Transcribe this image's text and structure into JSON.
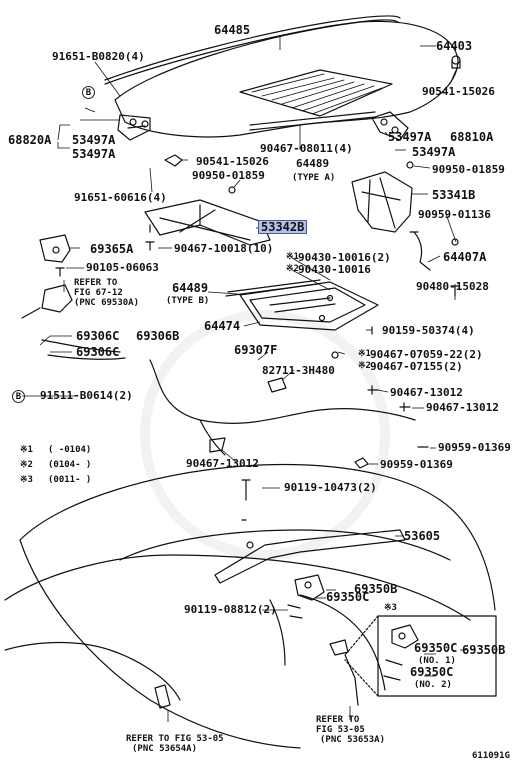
{
  "diagram_id": "611091G",
  "labels": {
    "p64485": "64485",
    "p64403": "64403",
    "p91651_b0820": "91651-B0820(4)",
    "p90541_15026a": "90541-15026",
    "p68820a": "68820A",
    "p53497a_l1": "53497A",
    "p53497a_l2": "53497A",
    "p90467_08011": "90467-08011(4)",
    "p64489a": "64489",
    "type_a": "(TYPE A)",
    "p53497a_r1": "53497A",
    "p68810a": "68810A",
    "p53497a_r2": "53497A",
    "p90541_15026b": "90541-15026",
    "p90950_01859a": "90950-01859",
    "p90950_01859b": "90950-01859",
    "p91651_60616": "91651-60616(4)",
    "p53341b": "53341B",
    "p53342b": "53342B",
    "p90959_01136": "90959-01136",
    "p69365a": "69365A",
    "p90467_10018": "90467-10018(10)",
    "p90430_10016a": "90430-10016(2)",
    "p90430_10016b": "90430-10016",
    "mark1": "※1",
    "mark2": "※2",
    "p64407a": "64407A",
    "p90105_06063": "90105-06063",
    "refer_to_1": "REFER TO",
    "fig_67_12": "FIG 67-12",
    "pnc_69530a": "(PNC 69530A)",
    "p64489b": "64489",
    "type_b": "(TYPE B)",
    "p90480_15028": "90480-15028",
    "p64474": "64474",
    "p90159_50374": "90159-50374(4)",
    "p69306c_a": "69306C",
    "p69306b": "69306B",
    "p69306c_b": "69306C",
    "p69307f": "69307F",
    "p90467_07059": "90467-07059-22(2)",
    "p90467_07155": "90467-07155(2)",
    "p82711_3h480": "82711-3H480",
    "p91511_b0614": "91511-B0614(2)",
    "p90467_13012a": "90467-13012",
    "p90467_13012b": "90467-13012",
    "p90959_01369a": "90959-01369",
    "p90467_13012c": "90467-13012",
    "p90959_01369b": "90959-01369",
    "note1_mark": "※1",
    "note1_val": "(    -0104)",
    "note2_mark": "※2",
    "note2_val": "(0104-    )",
    "note3_mark": "※3",
    "note3_val": "(0011-    )",
    "p90119_10473": "90119-10473(2)",
    "p53605": "53605",
    "p69350b_a": "69350B",
    "p69350c_a": "69350C",
    "p90119_08812": "90119-08812(2)",
    "mark3": "※3",
    "p69350c_no1": "69350C",
    "no1": "(NO. 1)",
    "p69350b_b": "69350B",
    "p69350c_no2": "69350C",
    "no2": "(NO. 2)",
    "refer_to_2": "REFER TO FIG 53-05",
    "pnc_53654a": "(PNC 53654A)",
    "refer_to_3": "REFER TO",
    "fig_53_05": "FIG 53-05",
    "pnc_53653a": "(PNC 53653A)",
    "circ_b": "B"
  }
}
